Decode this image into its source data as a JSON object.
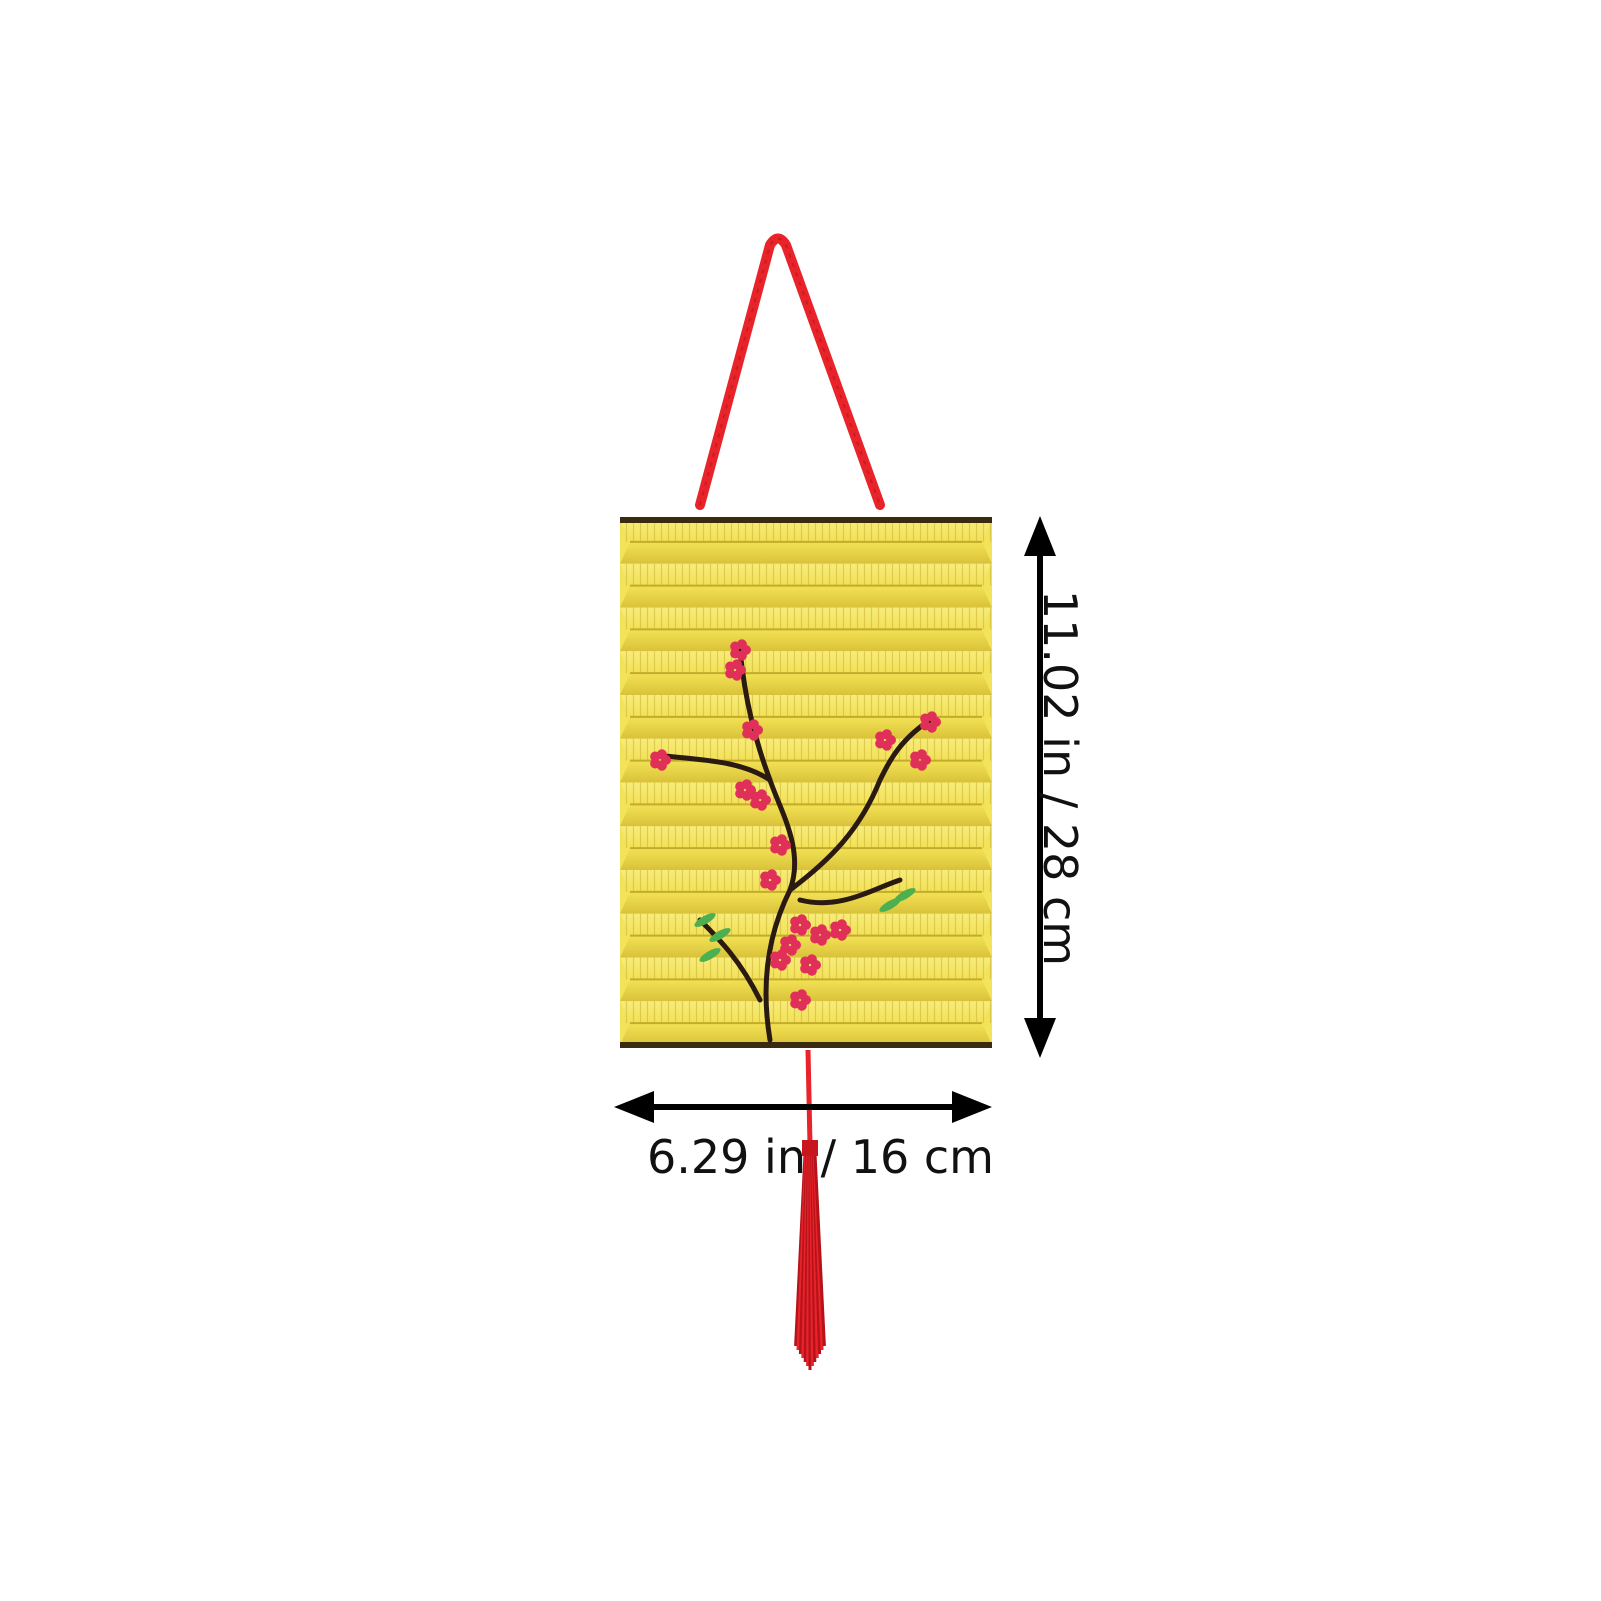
{
  "product": {
    "name": "lantern",
    "colors": {
      "paper": "#f3e35a",
      "cord": "#e8232a",
      "blossom": "#e0305a",
      "branch": "#2a1a12",
      "leaf": "#4caf50"
    }
  },
  "dimensions": {
    "width_label": "6.29 in / 16 cm",
    "height_label": "11.02 in / 28 cm"
  }
}
